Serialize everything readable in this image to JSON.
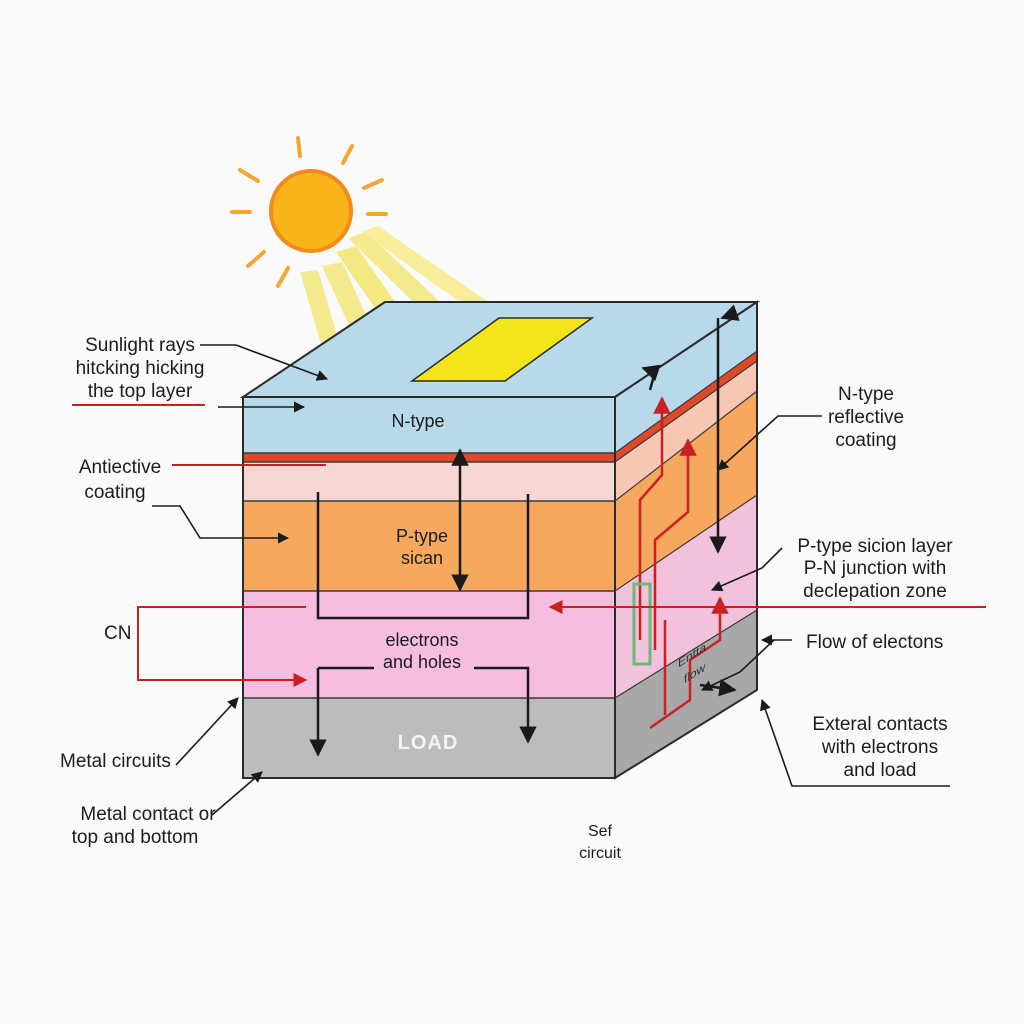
{
  "colors": {
    "background": "#fafafa",
    "n_layer": "#b7d9ea",
    "red_strip": "#e0482a",
    "pink_light": "#f6d7d3",
    "orange_layer": "#f6a95e",
    "pink_layer": "#f5bde0",
    "metal_base": "#bcbcbc",
    "sun": "#f9b41a",
    "sun_ray": "#f4e46a",
    "yellow_patch": "#f2e51a",
    "wire_red": "#cc1f1f",
    "wire_black": "#1a1a1a"
  },
  "labels": {
    "sunlight": [
      "Sunlight rays",
      "hitcking hicking",
      "the top layer"
    ],
    "antireflective": [
      "Antiective",
      "coating"
    ],
    "cn": "CN",
    "metal_circuits": "Metal circuits",
    "metal_contact": [
      "Metal contact or",
      "top and bottom"
    ],
    "ntype_right": [
      "N-type",
      "reflective",
      "coating"
    ],
    "ptype_right": [
      "P-type sicion layer",
      "P-N junction with",
      "declepation zone"
    ],
    "flow": "Flow of electons",
    "external": [
      "Exteral contacts",
      "with electrons",
      "and load"
    ],
    "self_circuit": [
      "Sef",
      "circuit"
    ],
    "n_type_block": "N-type",
    "p_type_block": [
      "P-type",
      "sican"
    ],
    "electrons_holes": [
      "electrons",
      "and holes"
    ],
    "load": "LOAD",
    "side_text": [
      "Entta",
      "flow"
    ]
  },
  "icons": [
    "sun-icon",
    "arrow-icon"
  ]
}
